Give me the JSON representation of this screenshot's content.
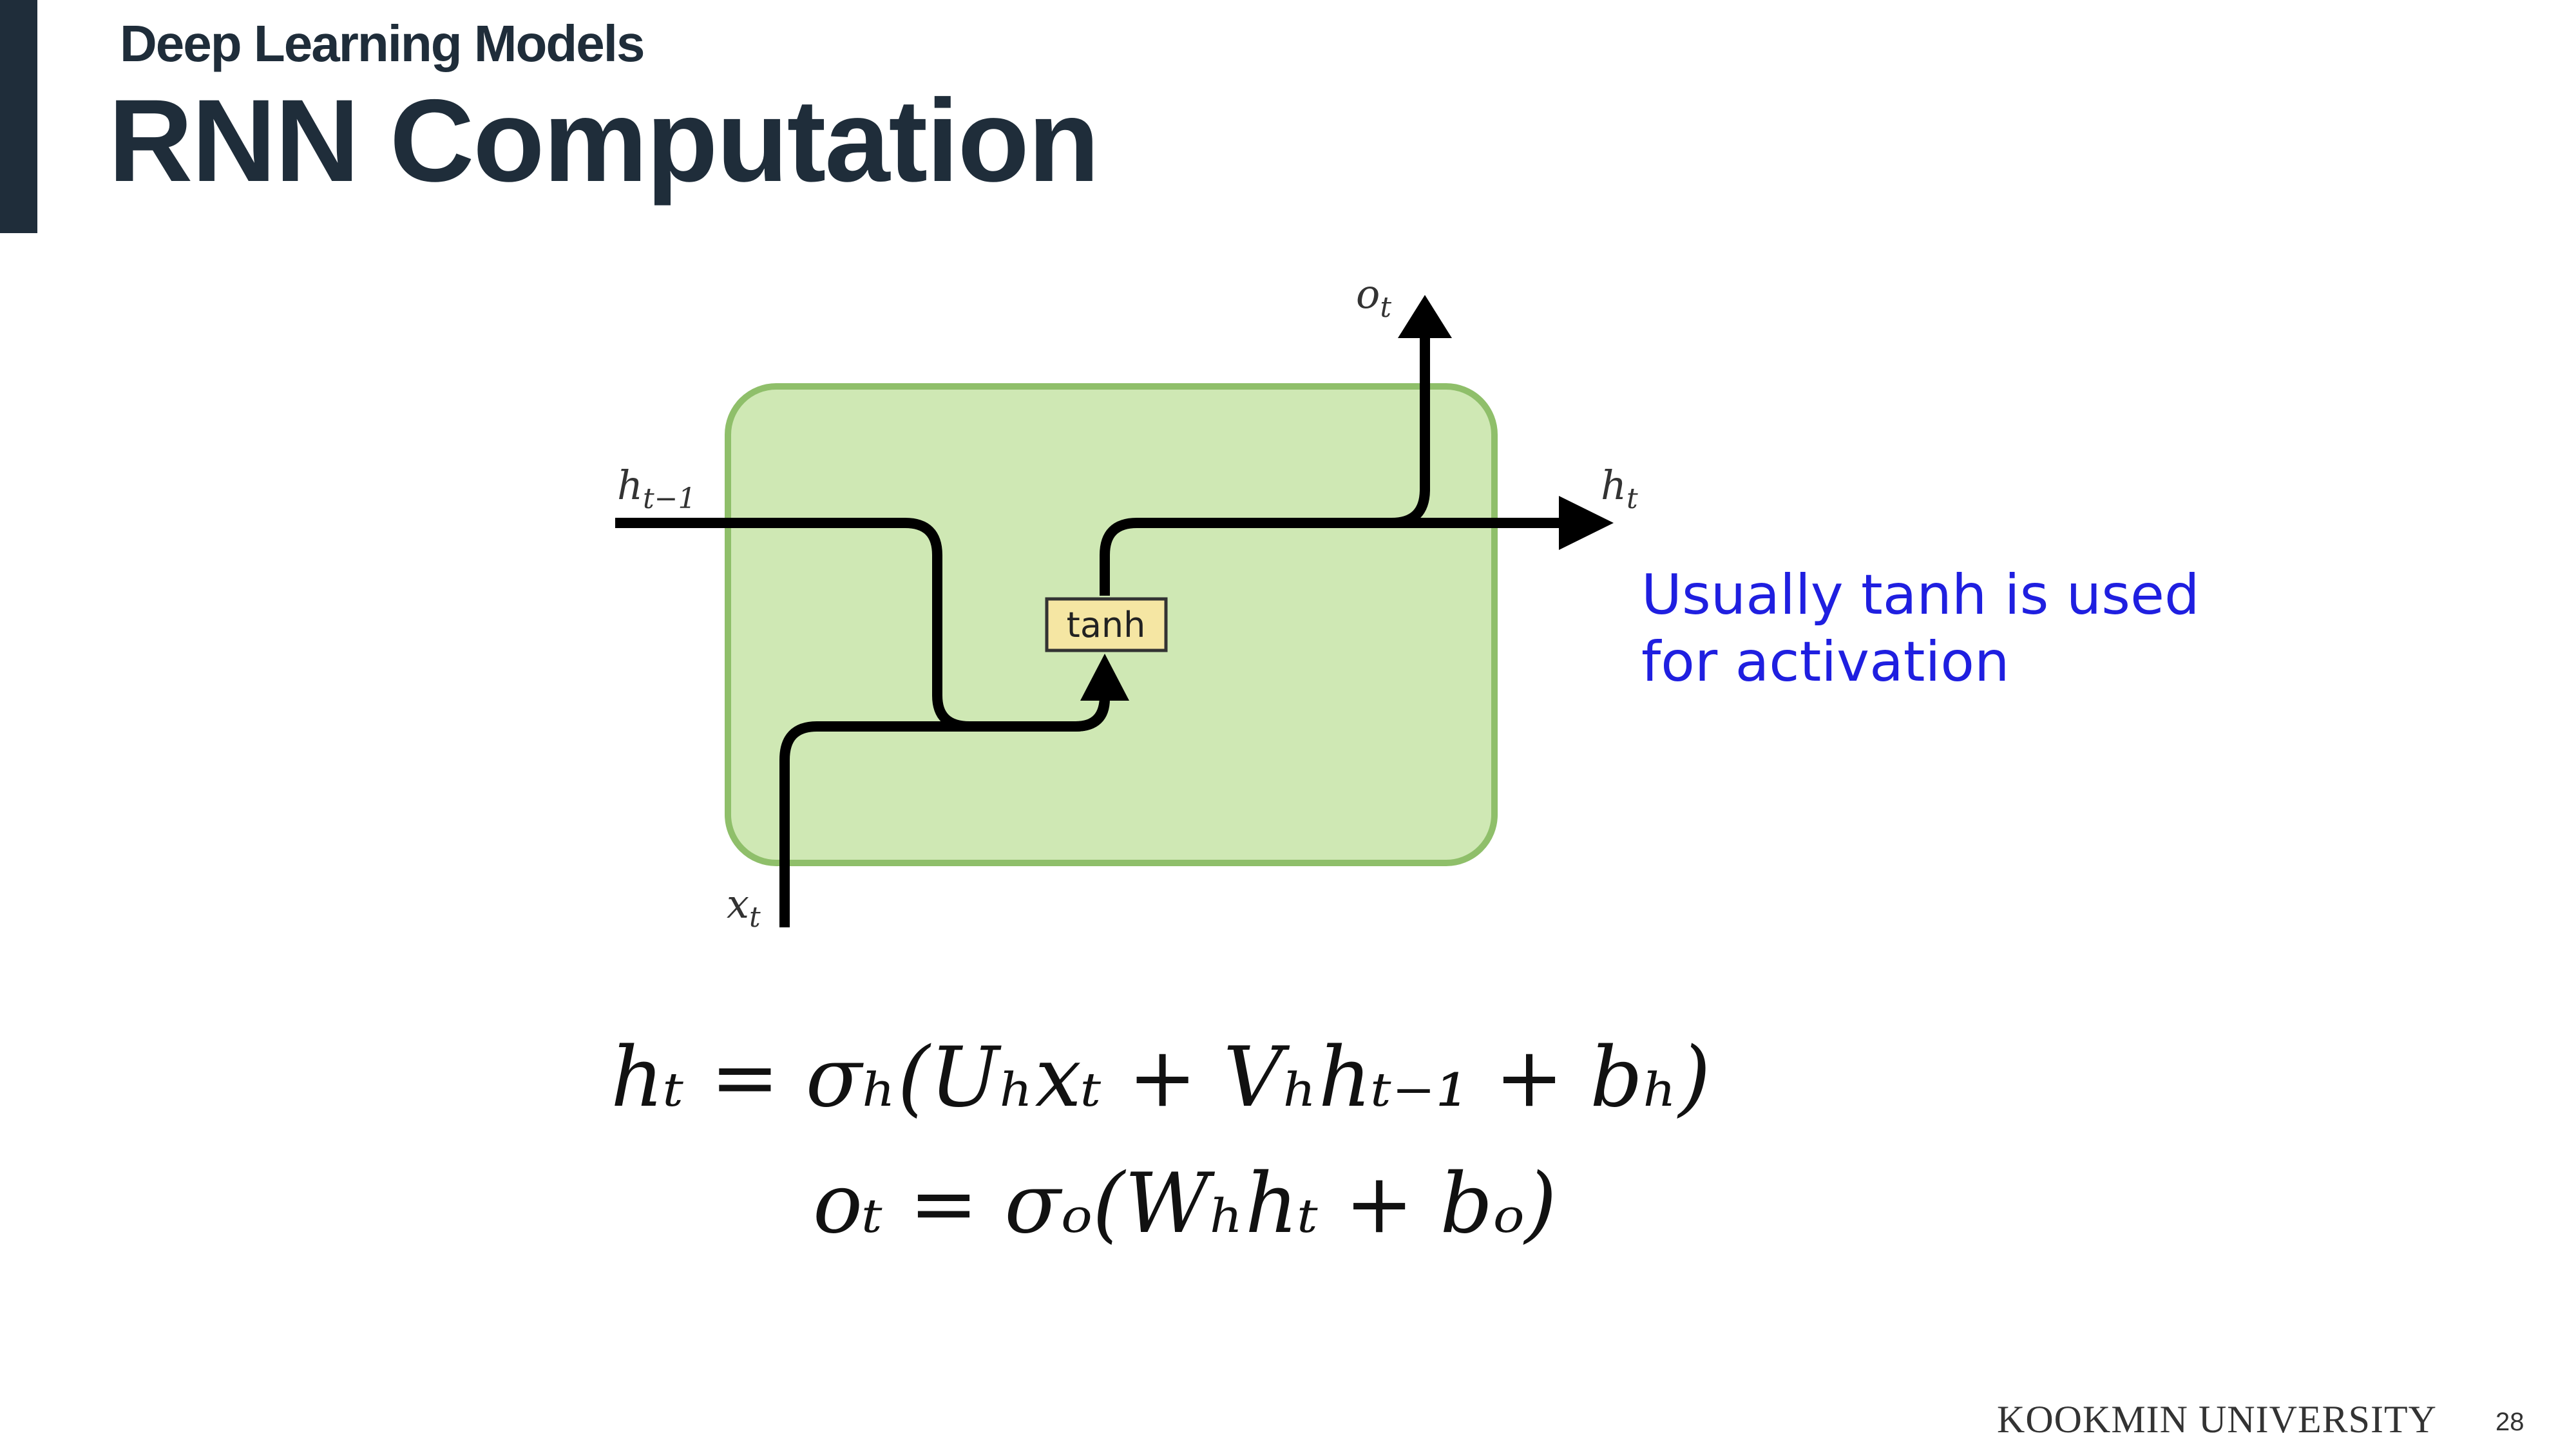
{
  "slide": {
    "section": "Deep Learning Models",
    "title": "RNN Computation",
    "brand": "KOOKMIN UNIVERSITY",
    "page": "28"
  },
  "diagram": {
    "labels": {
      "output": "o",
      "output_sub": "t",
      "hidden_out": "h",
      "hidden_out_sub": "t",
      "hidden_in": "h",
      "hidden_in_sub": "t−1",
      "input": "x",
      "input_sub": "t",
      "activation": "tanh"
    },
    "colors": {
      "cell_fill": "#cfe8b4",
      "cell_stroke": "#8fbf6a",
      "tanh_fill": "#f5e6a3",
      "arrow": "#000000"
    }
  },
  "note": {
    "line1": "Usually tanh is used",
    "line2": "for activation",
    "color": "#1f1fe0"
  },
  "equations": {
    "eq1": "hₜ = σₕ(Uₕxₜ + Vₕhₜ₋₁ + bₕ)",
    "eq2": "oₜ = σₒ(Wₕhₜ + bₒ)"
  }
}
